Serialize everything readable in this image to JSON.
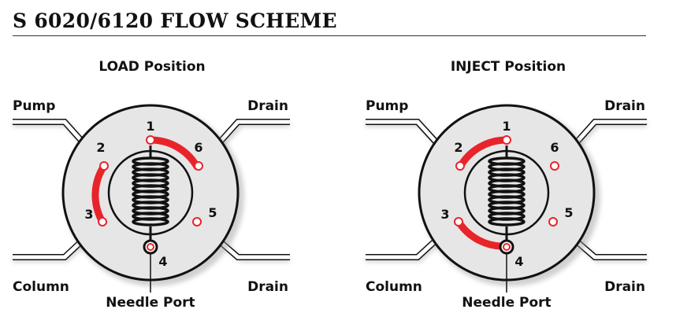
{
  "page": {
    "title": "S 6020/6120 FLOW SCHEME"
  },
  "colors": {
    "active_flow": "#e8242b",
    "valve_face": "#e6e6e6",
    "outline": "#111111"
  },
  "diagrams": [
    {
      "caption": "LOAD Position",
      "labels": {
        "pump": "Pump",
        "drain_top": "Drain",
        "column": "Column",
        "drain_bottom": "Drain",
        "needle": "Needle Port"
      },
      "ports": [
        "1",
        "2",
        "3",
        "4",
        "5",
        "6"
      ],
      "connections": [
        "1-6",
        "2-3"
      ]
    },
    {
      "caption": "INJECT Position",
      "labels": {
        "pump": "Pump",
        "drain_top": "Drain",
        "column": "Column",
        "drain_bottom": "Drain",
        "needle": "Needle Port"
      },
      "ports": [
        "1",
        "2",
        "3",
        "4",
        "5",
        "6"
      ],
      "connections": [
        "1-2",
        "3-4"
      ]
    }
  ]
}
